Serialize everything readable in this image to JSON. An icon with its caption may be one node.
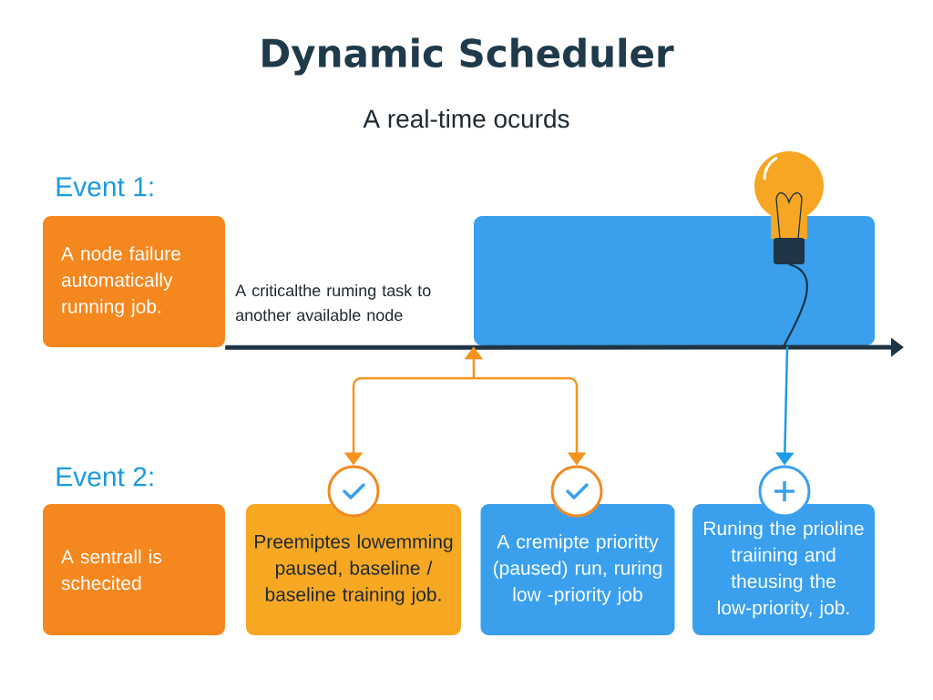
{
  "diagram": {
    "title": "Dynamic Scheduler",
    "nodes": [
      {
        "text": [
          "A node failure automatically running job."
        ]
      },
      {
        "text": [],
        "shape": "box"
      },
      {
        "text": [],
        "shape": "picture"
      },
      {
        "text": [],
        "shape": "circle"
      },
      {
        "text": [],
        "shape": "circle"
      },
      {
        "text": [],
        "shape": "circle"
      },
      {
        "text": [
          "A sentrall is schecited"
        ]
      },
      {
        "text": [
          "Preemiptes lowemming paused, baseline / baseline training job."
        ]
      },
      {
        "text": [
          "A cremipte prioritty (paused) run, ruring low -priority job"
        ]
      },
      {
        "text": [
          "Runing the prioline traiining and theusing the low-priority, job."
        ]
      }
    ],
    "edges": [
      {
        "from": 0,
        "to": null,
        "arrow": "to",
        "style": "thick",
        "color": "#1f3444"
      },
      {
        "from": 1,
        "to": 3,
        "arrow": "both",
        "color": "#f5931f"
      },
      {
        "from": 1,
        "to": 4,
        "arrow": "both",
        "color": "#f5931f"
      },
      {
        "from": 2,
        "to": 5,
        "arrow": "to",
        "color": "#1e9be8"
      }
    ],
    "labels": [
      "A real-time ocurds",
      "Event 1:",
      "A criticalthe ruming task to another available node",
      "Event 2:"
    ]
  }
}
